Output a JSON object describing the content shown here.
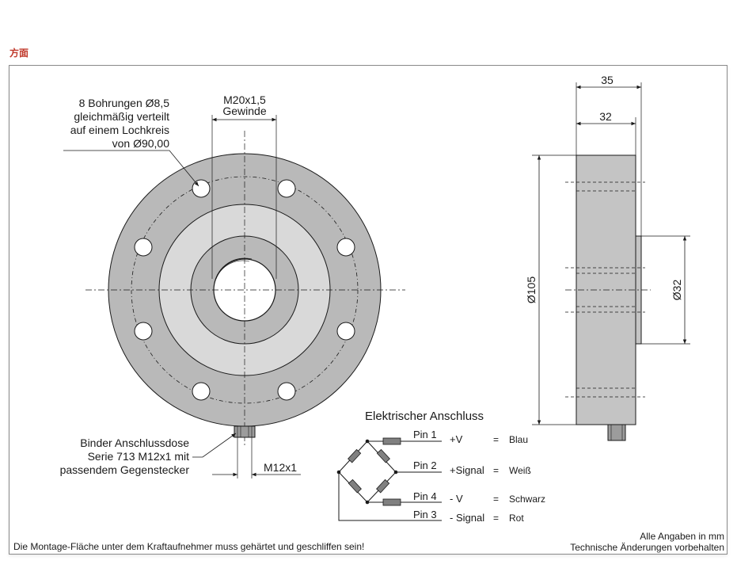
{
  "page": {
    "title": "方面"
  },
  "front_view": {
    "bolt_note": [
      "8 Bohrungen Ø8,5",
      "gleichmäßig verteilt",
      "auf einem Lochkreis",
      "von Ø90,00"
    ],
    "thread_label": [
      "M20x1,5",
      "Gewinde"
    ],
    "connector_note": [
      "Binder Anschlussdose",
      "Serie 713 M12x1 mit",
      "passendem Gegenstecker"
    ],
    "connector_thread": "M12x1"
  },
  "side_view": {
    "dim_total_width": "35",
    "dim_body_width": "32",
    "dim_diameter": "Ø105",
    "dim_boss_diameter": "Ø32"
  },
  "wiring": {
    "title": "Elektrischer Anschluss",
    "pins": [
      {
        "pin": "Pin 1",
        "signal": "+V",
        "eq": "=",
        "color": "Blau"
      },
      {
        "pin": "Pin 2",
        "signal": "+Signal",
        "eq": "=",
        "color": "Weiß"
      },
      {
        "pin": "Pin 4",
        "signal": "- V",
        "eq": "=",
        "color": "Schwarz"
      },
      {
        "pin": "Pin 3",
        "signal": "- Signal",
        "eq": "=",
        "color": "Rot"
      }
    ]
  },
  "footer": {
    "mounting_note": "Die Montage-Fläche unter dem Kraftaufnehmer muss gehärtet und geschliffen sein!",
    "units_note": "Alle Angaben in mm",
    "changes_note": "Technische Änderungen vorbehalten"
  },
  "colors": {
    "accent": "#c0392b",
    "body_dark": "#b9b9b9",
    "body_light": "#d9d9d9",
    "line": "#1a1a1a",
    "resistor": "#808080"
  }
}
